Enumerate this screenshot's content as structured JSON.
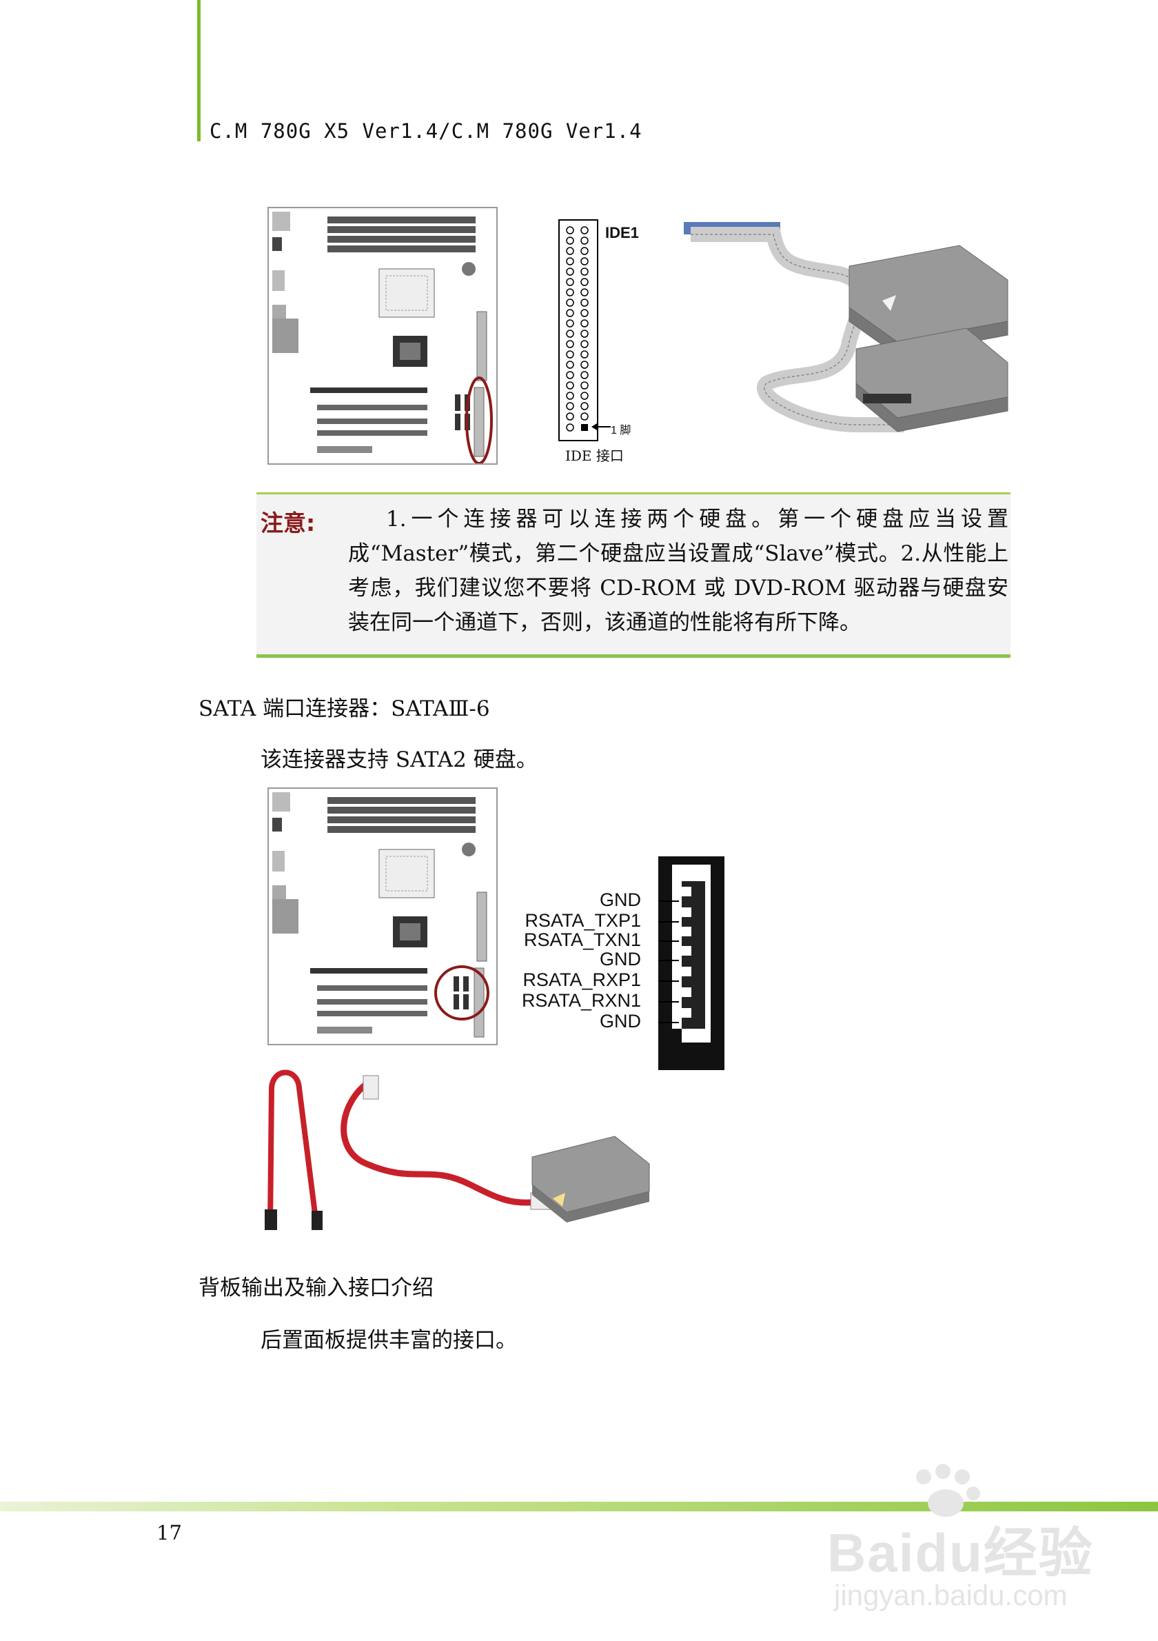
{
  "header": {
    "title": "C.M 780G X5 Ver1.4/C.M 780G Ver1.4"
  },
  "ide_section": {
    "connector_title": "IDE1",
    "pin1_label": "1 脚",
    "caption": "IDE 接口"
  },
  "note": {
    "label": "注意:",
    "text": "1.一个连接器可以连接两个硬盘。第一个硬盘应当设置成“Master”模式，第二个硬盘应当设置成“Slave”模式。2.从性能上考虑，我们建议您不要将 CD-ROM 或 DVD-ROM 驱动器与硬盘安装在同一个通道下，否则，该通道的性能将有所下降。"
  },
  "sata_section": {
    "heading": "SATA 端口连接器：SATAⅢ-6",
    "description": "该连接器支持 SATA2 硬盘。",
    "pins": [
      "GND",
      "RSATA_TXP1",
      "RSATA_TXN1",
      "GND",
      "RSATA_RXP1",
      "RSATA_RXN1",
      "GND"
    ]
  },
  "backpanel_section": {
    "heading": "背板输出及输入接口介绍",
    "description": "后置面板提供丰富的接口。"
  },
  "footer": {
    "page_number": "17"
  },
  "watermark": {
    "brand": "Baidu经验",
    "url": "jingyan.baidu.com"
  },
  "colors": {
    "accent_green": "#8cc63f",
    "highlight_red": "#8b1a1a",
    "sata_cable": "#c8202a"
  }
}
